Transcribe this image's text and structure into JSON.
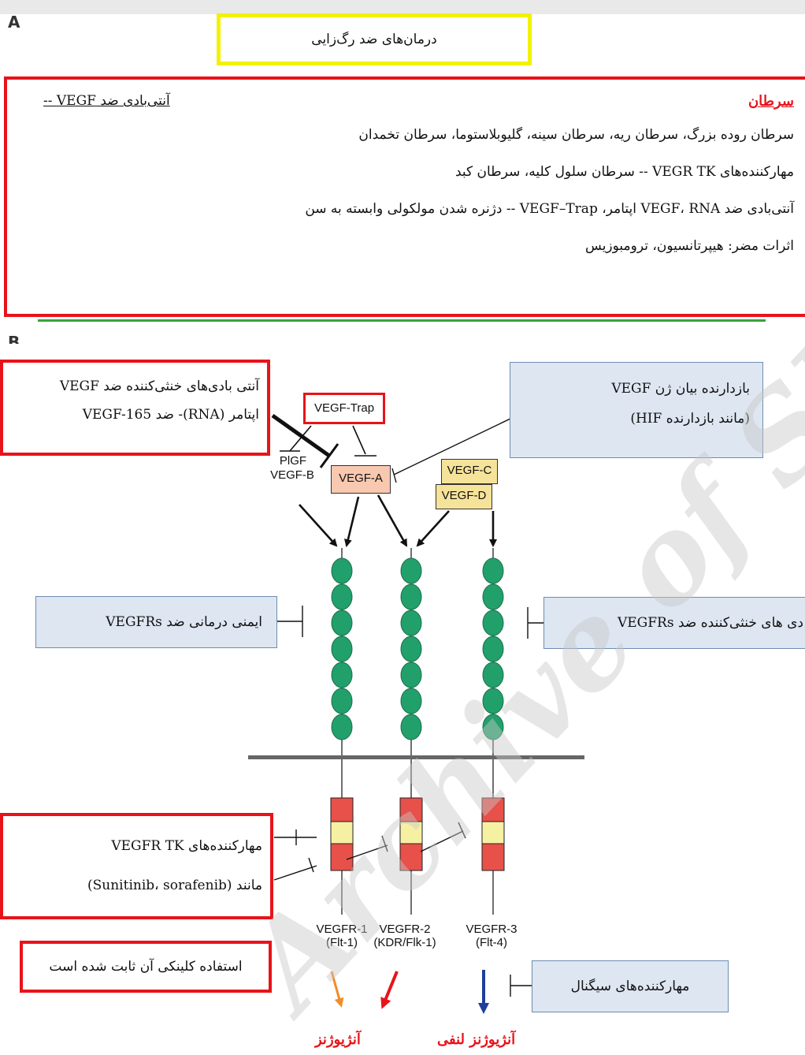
{
  "panel_a": {
    "letter": "A",
    "title": "درمان‌های ضد رگ‌زایی",
    "header_cancer": "سرطان",
    "antibody_line": "آنتی‌بادی ضد VEGF --",
    "lines": [
      "سرطان روده بزرگ، سرطان ریه، سرطان سینه، گلیوبلاستوما، سرطان تخمدان",
      "مهارکننده‌های VEGR TK -- سرطان سلول کلیه، سرطان کبد",
      "آنتی‌بادی ضد VEGF، RNA اپتامر، VEGF–Trap -- دژنره شدن مولکولی وابسته به سن",
      "اثرات مضر: هیپرتانسیون، ترومبوزیس"
    ]
  },
  "panel_b": {
    "letter": "B",
    "box_antibodies": [
      "آنتی بادی‌های خنثی‌کننده ضد VEGF",
      "اپتامر (RNA)- ضد VEGF-165"
    ],
    "box_gene_inhibitor": [
      "بازدارنده بیان ژن VEGF",
      "(مانند بازدارنده HIF)"
    ],
    "box_immunotherapy": "ایمنی درمانی ضد VEGFRs",
    "box_neutralizing_receptor": "دی های خنثی‌کننده ضد VEGFRs",
    "box_tk_inhibitors": [
      "مهارکننده‌های VEGFR TK",
      "مانند (Sunitinib، sorafenib)"
    ],
    "box_clinical": "استفاده کلینکی آن ثابت شده است",
    "box_signal": "مهارکننده‌های سیگنال",
    "ligands": {
      "trap": "VEGF-Trap",
      "plgf": "PlGF",
      "vegfb": "VEGF-B",
      "vegfa": "VEGF-A",
      "vegfc": "VEGF-C",
      "vegfd": "VEGF-D"
    },
    "receptors": [
      {
        "name": "VEGFR-1",
        "alias": "(Flt-1)"
      },
      {
        "name": "VEGFR-2",
        "alias": "(KDR/Flk-1)"
      },
      {
        "name": "VEGFR-3",
        "alias": "(Flt-4)"
      }
    ],
    "outcomes": [
      "آنژیوژنز",
      "آنژیوژنز لنفی"
    ],
    "colors": {
      "domain": "#22a06b",
      "kinase_red": "#e8504a",
      "kinase_yellow": "#f6f0a2",
      "arrow_orange": "#f28c28",
      "arrow_red": "#e8131a",
      "arrow_blue": "#1f3f9a"
    }
  },
  "watermark": "Archive of SID"
}
